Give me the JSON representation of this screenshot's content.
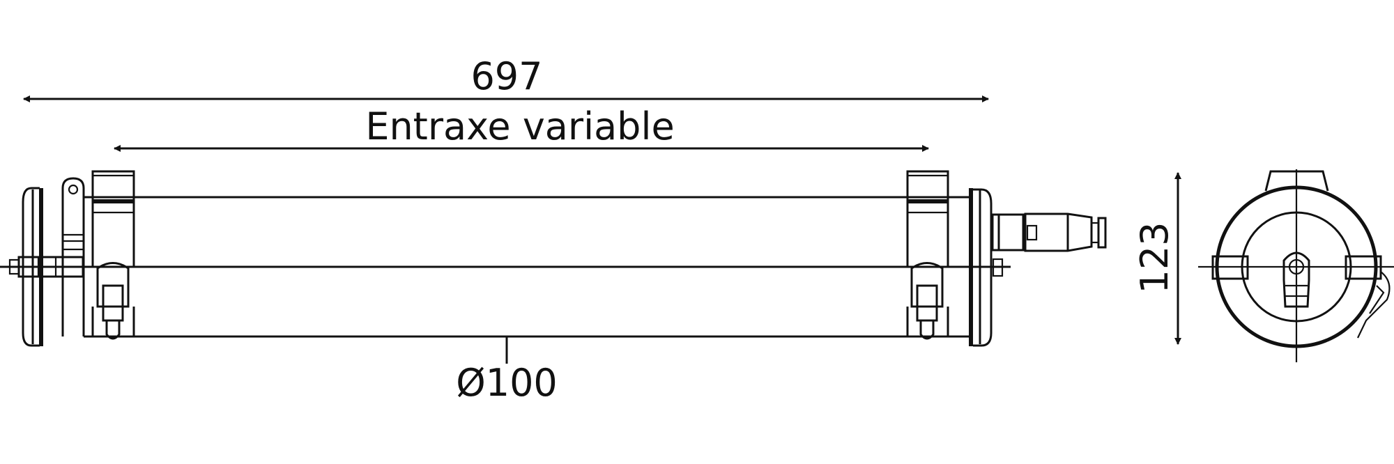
{
  "dimensions": {
    "overall_length": "697",
    "center_distance": "Entraxe variable",
    "diameter": "Ø100",
    "height": "123"
  },
  "colors": {
    "line": "#111111",
    "background": "#ffffff"
  }
}
